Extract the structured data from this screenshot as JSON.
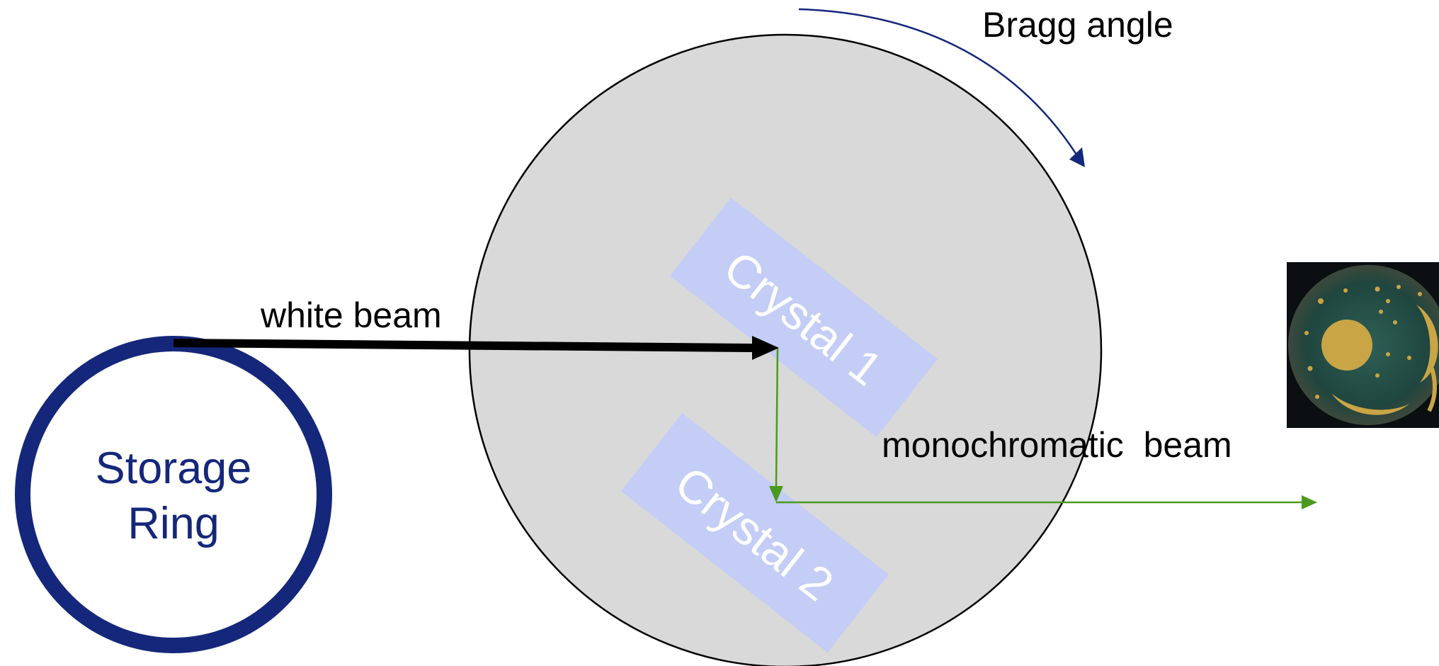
{
  "labels": {
    "storage_ring_line1": "Storage",
    "storage_ring_line2": "Ring",
    "white_beam": "white beam",
    "crystal_1": "Crystal 1",
    "crystal_2": "Crystal 2",
    "monochromatic_beam": "monochromatic  beam",
    "bragg_angle": "Bragg angle"
  },
  "colors": {
    "ring_blue": "#14277a",
    "crystal_fill": "#c3cdf5",
    "chamber_fill": "#d9d9d9",
    "green_beam": "#4a9a1f",
    "white_beam": "#000000",
    "bragg_arrow": "#14277a"
  },
  "icons": {
    "artifact": "nebra-sky-disc-image"
  }
}
